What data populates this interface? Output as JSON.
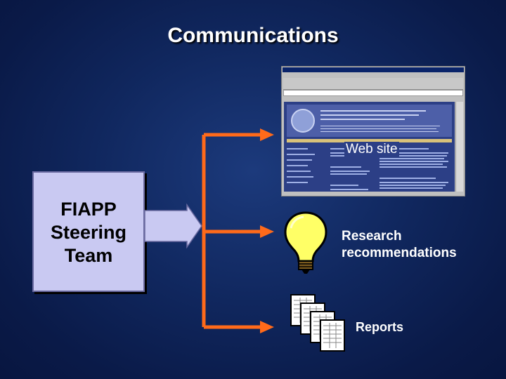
{
  "title": "Communications",
  "team": {
    "line1": "FIAPP",
    "line2": "Steering",
    "line3": "Team"
  },
  "outputs": {
    "web_site_label": "Web site",
    "research_line1": "Research",
    "research_line2": "recommendations",
    "reports_label": "Reports"
  },
  "colors": {
    "background": "#10275e",
    "team_box": "#c9c9f2",
    "arrow": "#ff6a1a",
    "big_arrow": "#c9c9f2",
    "bulb": "#ffff66"
  },
  "icons": {
    "web": "browser-screenshot-icon",
    "research": "light-bulb-icon",
    "reports": "document-stack-icon"
  }
}
